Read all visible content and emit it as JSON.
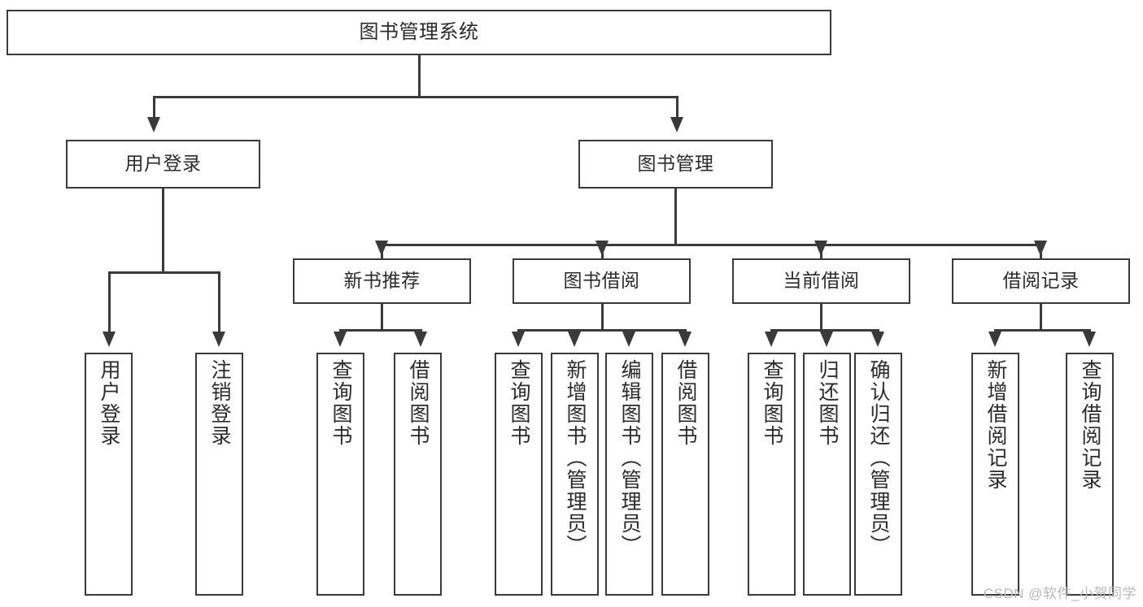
{
  "diagram": {
    "title": "图书管理系统",
    "type": "functional-hierarchy-tree",
    "root": {
      "label": "图书管理系统"
    },
    "level2": [
      {
        "label": "用户登录"
      },
      {
        "label": "图书管理"
      }
    ],
    "level3": [
      {
        "label": "新书推荐"
      },
      {
        "label": "图书借阅"
      },
      {
        "label": "当前借阅"
      },
      {
        "label": "借阅记录"
      }
    ],
    "leaves": {
      "user_login": [
        {
          "label": "用户登录"
        },
        {
          "label": "注销登录"
        }
      ],
      "new_book_recommend": [
        {
          "label": "查询图书"
        },
        {
          "label": "借阅图书"
        }
      ],
      "book_borrow": [
        {
          "label": "查询图书"
        },
        {
          "label": "新增图书（管理员）"
        },
        {
          "label": "编辑图书（管理员）"
        },
        {
          "label": "借阅图书"
        }
      ],
      "current_borrow": [
        {
          "label": "查询图书"
        },
        {
          "label": "归还图书"
        },
        {
          "label": "确认归还（管理员）"
        }
      ],
      "borrow_record": [
        {
          "label": "新增借阅记录"
        },
        {
          "label": "查询借阅记录"
        }
      ]
    }
  },
  "watermark": {
    "text": "CSDN @软件_小贺同学"
  },
  "colors": {
    "stroke": "#3a3a3a",
    "fill": "#ffffff",
    "text": "#2b2b2b",
    "watermark": "#b9b9b9"
  }
}
